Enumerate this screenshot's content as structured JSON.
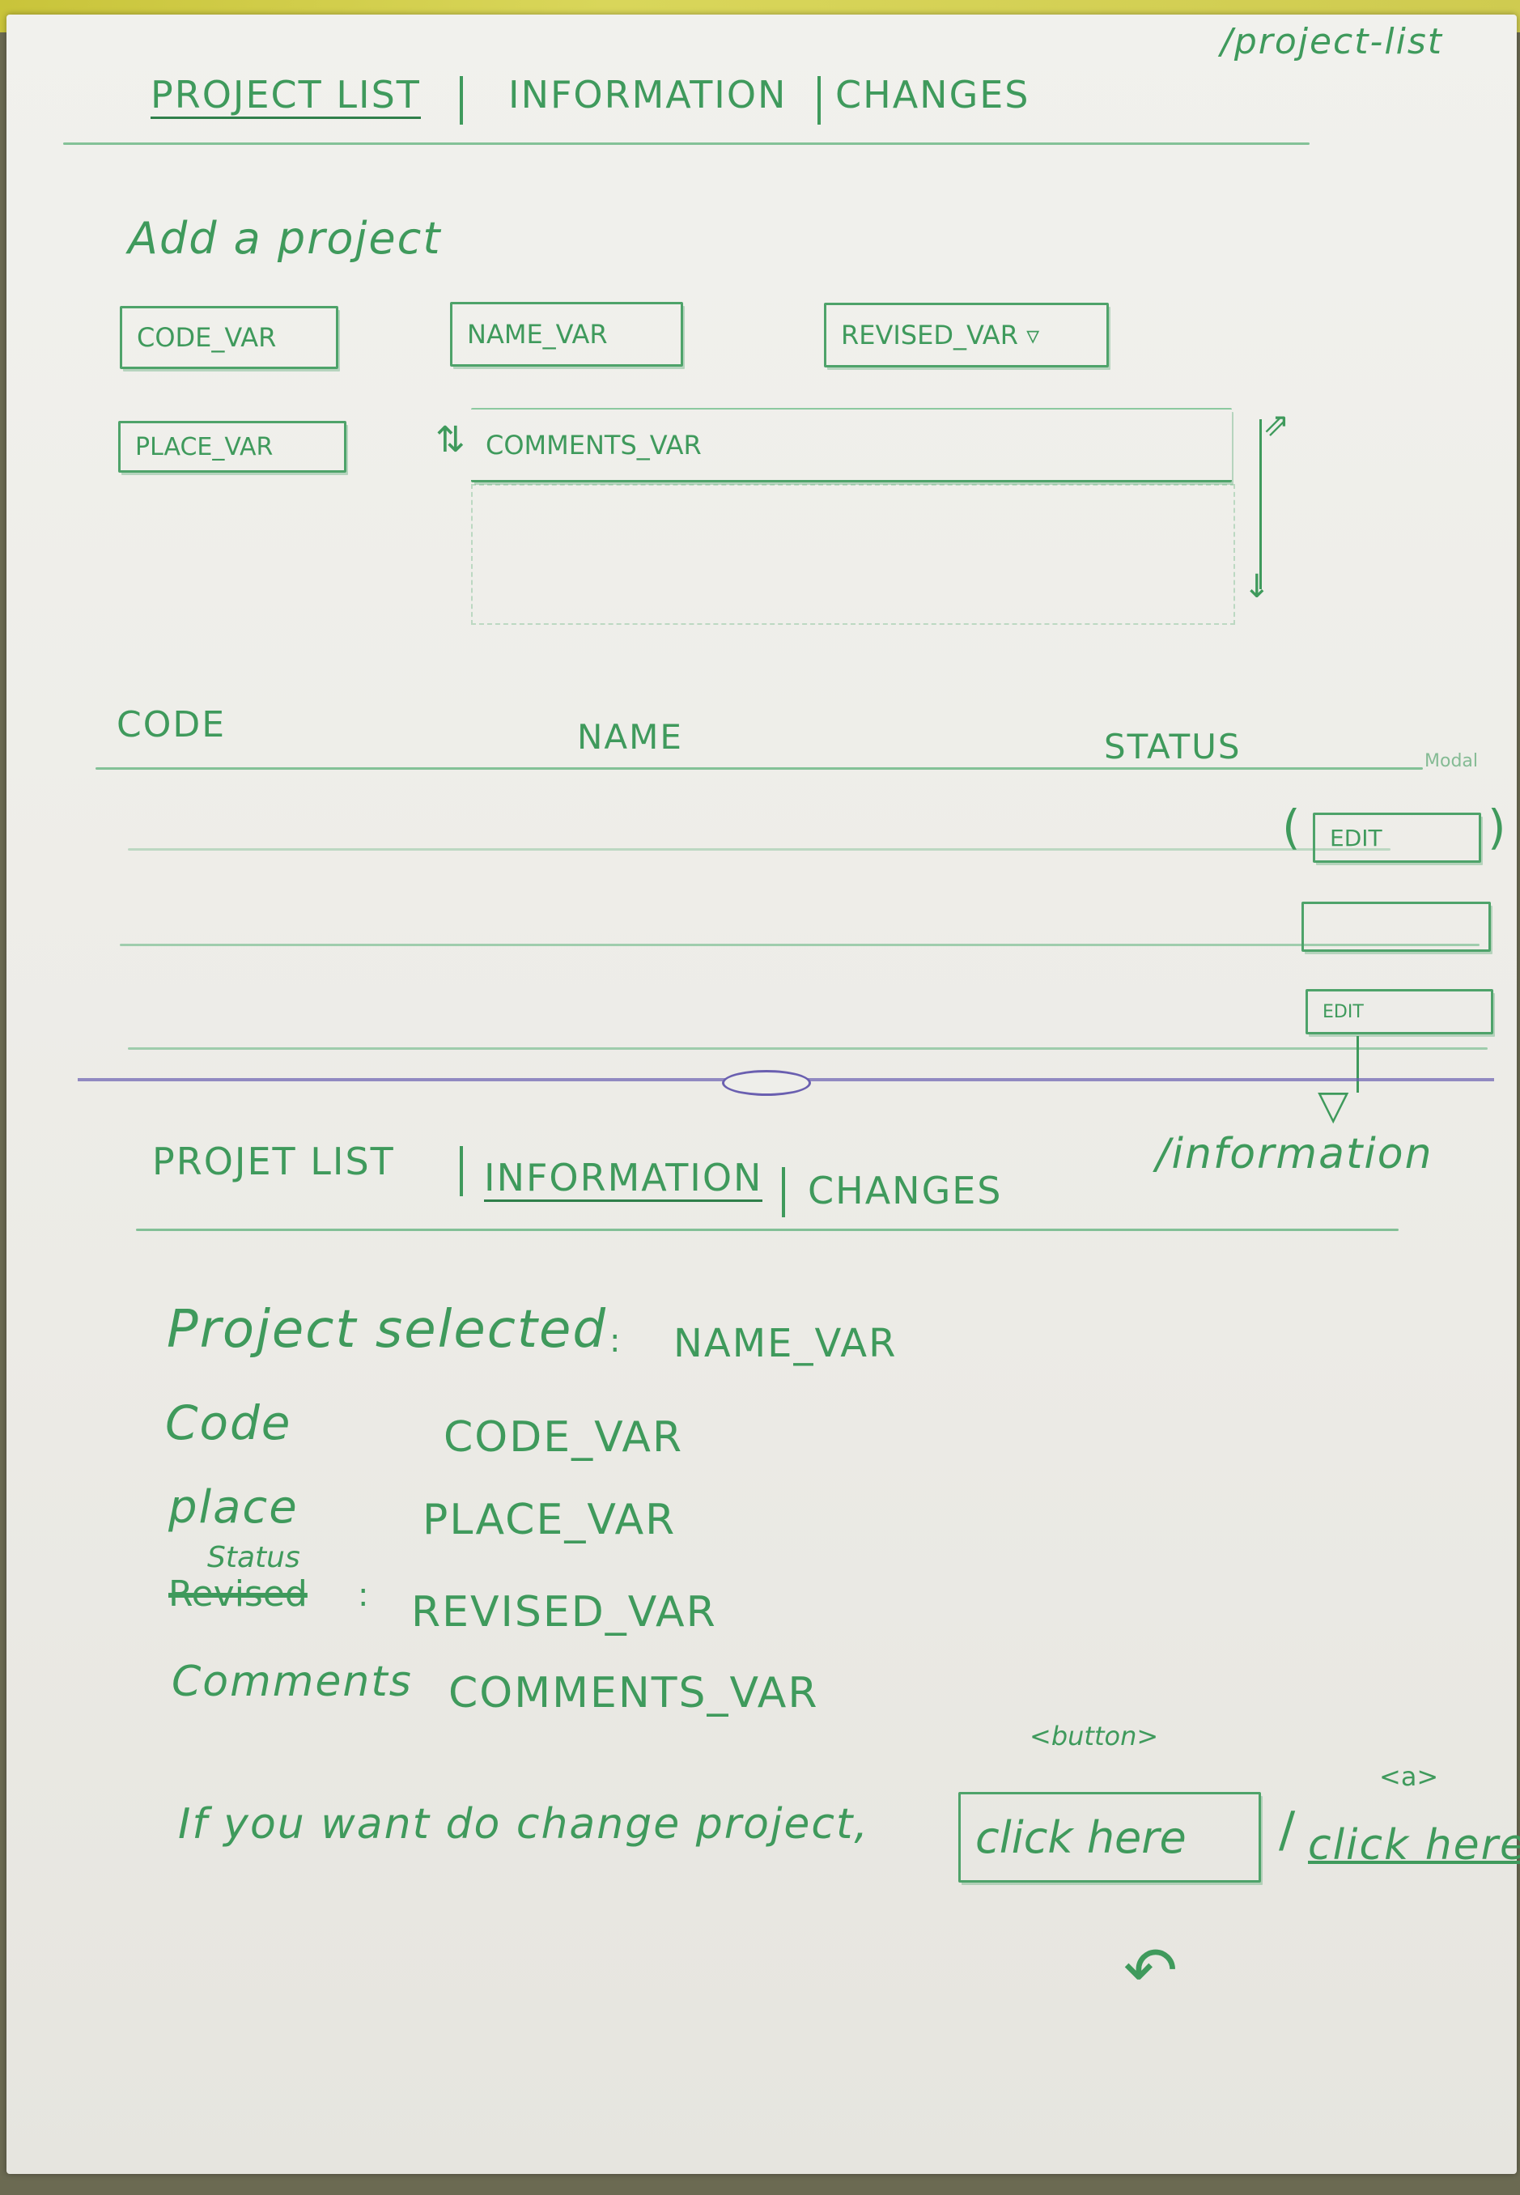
{
  "route_projects": "/project-list",
  "route_information": "/information",
  "nav_top": {
    "tab_project_list": "PROJECT LIST",
    "tab_information": "INFORMATION",
    "tab_changes": "CHANGES"
  },
  "add_section": {
    "heading": "Add a project",
    "code_field": "CODE_VAR",
    "name_field": "NAME_VAR",
    "revised_field": "REVISED_VAR ▿",
    "place_field": "PLACE_VAR",
    "comments_field": "COMMENTS_VAR"
  },
  "table": {
    "col_code": "CODE",
    "col_name": "NAME",
    "col_status": "STATUS",
    "col_extra": "Modal",
    "edit_label": "EDIT",
    "edit_label_small": "EDIT"
  },
  "nav_bottom": {
    "tab_project_list": "PROJET LIST",
    "tab_information": "INFORMATION",
    "tab_changes": "CHANGES"
  },
  "info": {
    "selected_label": "Project selected",
    "selected_value": "NAME_VAR",
    "code_label": "Code",
    "code_value": "CODE_VAR",
    "place_label": "place",
    "place_value": "PLACE_VAR",
    "status_label": "Status",
    "status_struck": "Revised",
    "status_value": "REVISED_VAR",
    "comments_label": "Comments",
    "comments_value": "COMMENTS_VAR"
  },
  "change": {
    "prompt": "If you want do change project,",
    "button_tag": "<button>",
    "button_label": "click here",
    "link_tag": "<a>",
    "link_label": "click here"
  }
}
